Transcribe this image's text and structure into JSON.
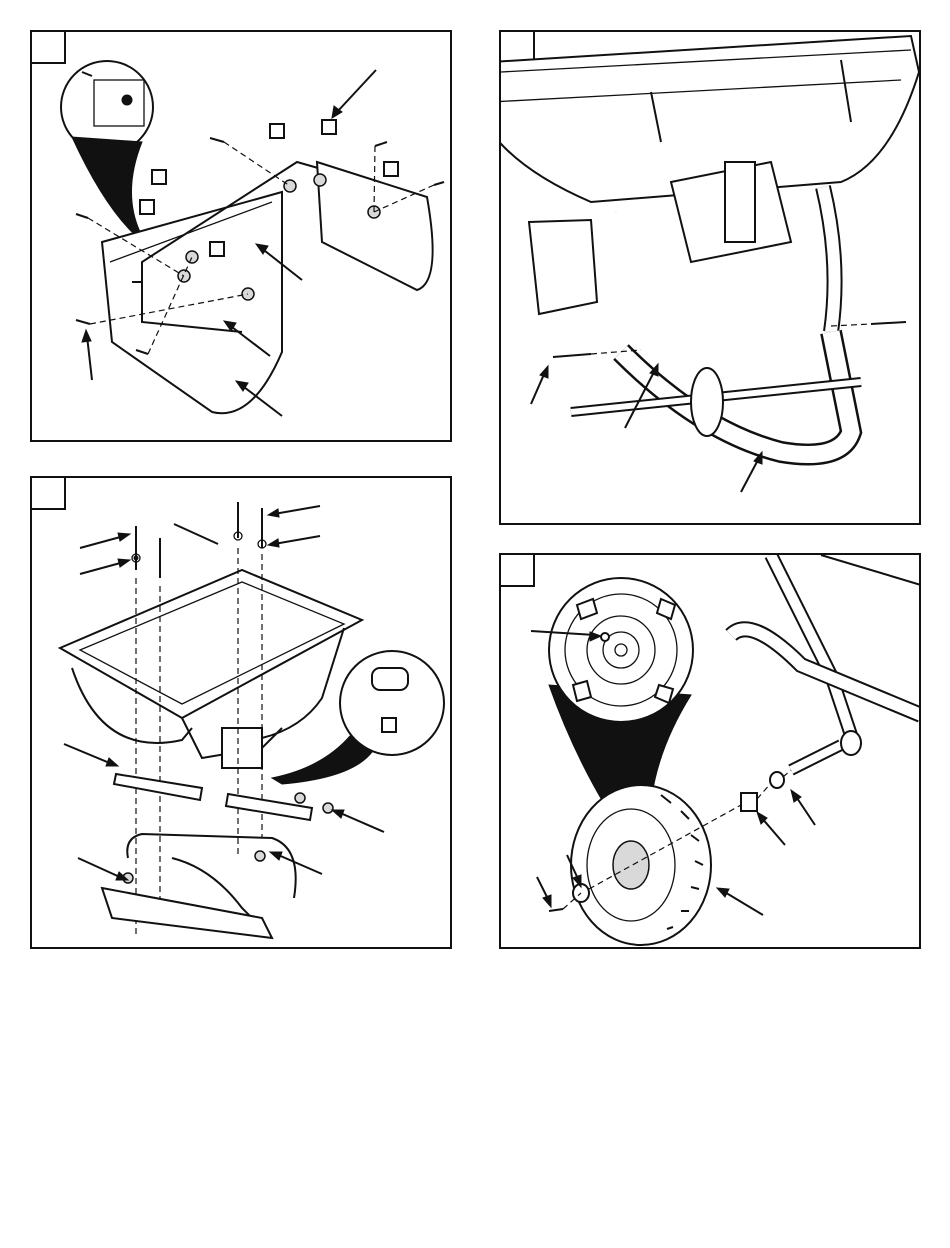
{
  "panels": [
    {
      "id": "deflector",
      "step_label": ""
    },
    {
      "id": "handle",
      "step_label": ""
    },
    {
      "id": "hopper",
      "step_label": ""
    },
    {
      "id": "wheel",
      "step_label": ""
    }
  ],
  "colors": {
    "ink": "#111111",
    "paper": "#ffffff",
    "shade": "#d9d9d9"
  },
  "icons": [
    "arrow-icon",
    "magnifier-callout-icon"
  ]
}
